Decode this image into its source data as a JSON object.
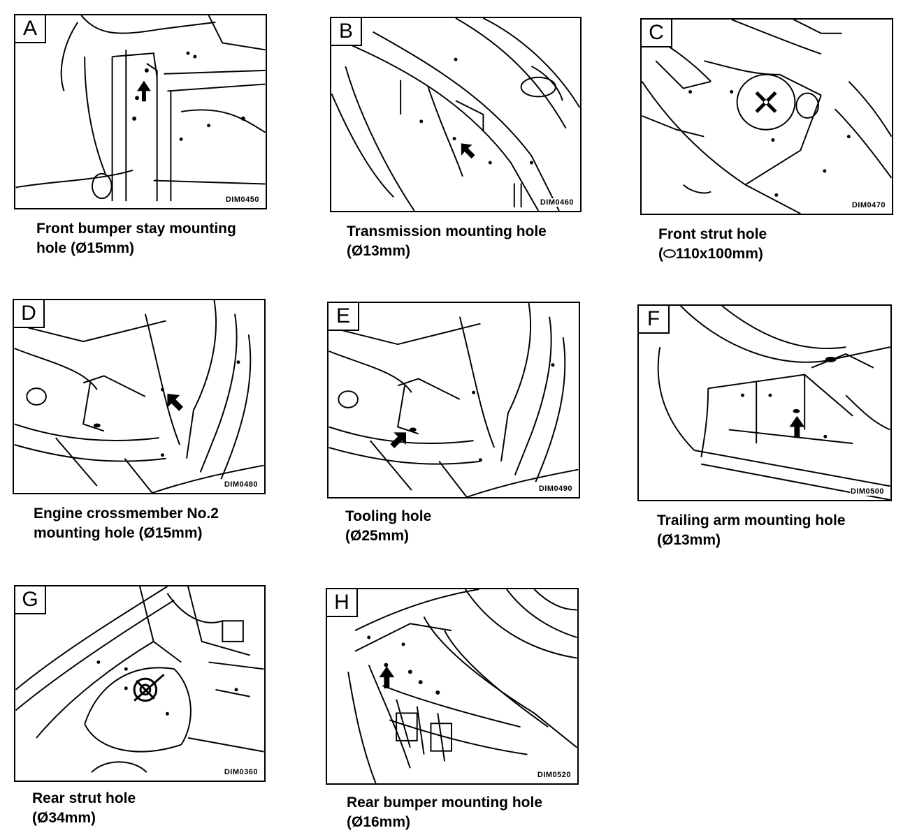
{
  "panels": [
    {
      "letter": "A",
      "code": "DIM0450",
      "caption_line1": "Front bumper stay mounting",
      "caption_line2": "hole (Ø15mm)",
      "icon": "arrow-up-icon"
    },
    {
      "letter": "B",
      "code": "DIM0460",
      "caption_line1": "Transmission mounting hole",
      "caption_line2": "(Ø13mm)",
      "icon": "arrow-up-left-icon"
    },
    {
      "letter": "C",
      "code": "DIM0470",
      "caption_line1": "Front strut hole",
      "caption_line2": "(⬭110x100mm)",
      "icon": "cross-hole-icon"
    },
    {
      "letter": "D",
      "code": "DIM0480",
      "caption_line1": "Engine crossmember No.2",
      "caption_line2": "mounting hole (Ø15mm)",
      "icon": "arrow-up-left-icon"
    },
    {
      "letter": "E",
      "code": "DIM0490",
      "caption_line1": "Tooling hole",
      "caption_line2": "(Ø25mm)",
      "icon": "arrow-up-right-icon"
    },
    {
      "letter": "F",
      "code": "DIM0500",
      "caption_line1": "Trailing arm mounting hole",
      "caption_line2": "(Ø13mm)",
      "icon": "arrow-up-icon"
    },
    {
      "letter": "G",
      "code": "DIM0360",
      "caption_line1": "Rear strut hole",
      "caption_line2": "(Ø34mm)",
      "icon": "cross-hole-icon"
    },
    {
      "letter": "H",
      "code": "DIM0520",
      "caption_line1": "Rear bumper mounting hole",
      "caption_line2": "(Ø16mm)",
      "icon": "arrow-up-icon"
    }
  ]
}
